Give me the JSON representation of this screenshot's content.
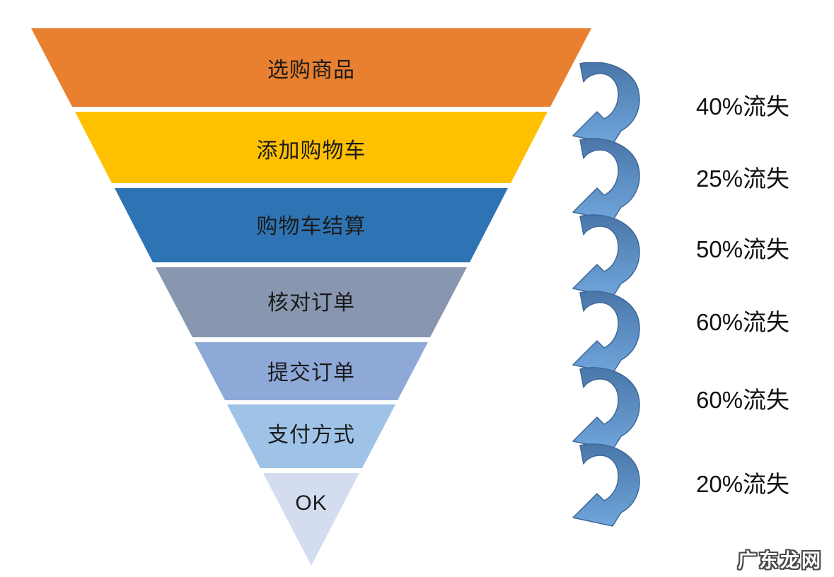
{
  "funnel": {
    "stages": [
      {
        "label": "选购商品",
        "color": "#E8802F"
      },
      {
        "label": "添加购物车",
        "color": "#FFC000"
      },
      {
        "label": "购物车结算",
        "color": "#2E74B5"
      },
      {
        "label": "核对订单",
        "color": "#8897AF"
      },
      {
        "label": "提交订单",
        "color": "#8EA9D8"
      },
      {
        "label": "支付方式",
        "color": "#9EC3E7"
      },
      {
        "label": "OK",
        "color": "#D3DDEF"
      }
    ]
  },
  "losses": [
    {
      "label": "40%流失"
    },
    {
      "label": "25%流失"
    },
    {
      "label": "50%流失"
    },
    {
      "label": "60%流失"
    },
    {
      "label": "60%流失"
    },
    {
      "label": "20%流失"
    }
  ],
  "arrow_colors": {
    "top": "#4A76A8",
    "bottom": "#6FA6DC",
    "stroke": "#3E6795"
  },
  "watermark": {
    "text": "广东龙网"
  }
}
